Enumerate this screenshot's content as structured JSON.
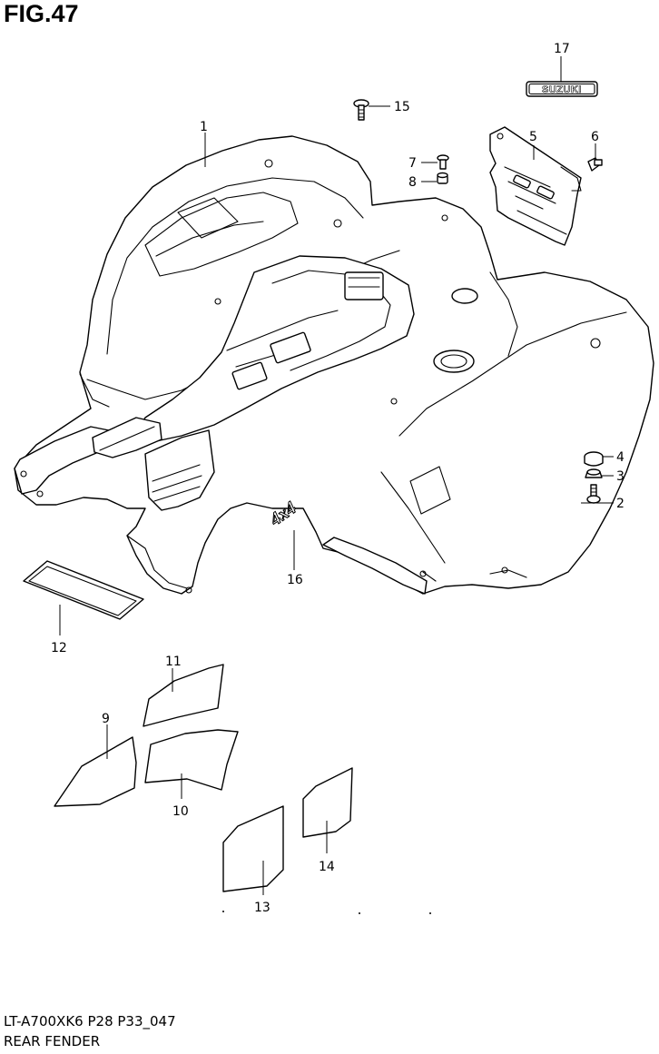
{
  "figure": {
    "title": "FIG.47"
  },
  "footer": {
    "model_code": "LT-A700XK6 P28 P33_047",
    "section_name": "REAR FENDER"
  },
  "callouts": {
    "c1": "1",
    "c2": "2",
    "c3": "3",
    "c4": "4",
    "c5": "5",
    "c6": "6",
    "c7": "7",
    "c8": "8",
    "c9": "9",
    "c10": "10",
    "c11": "11",
    "c12": "12",
    "c13": "13",
    "c14": "14",
    "c15": "15",
    "c16": "16",
    "c17": "17"
  },
  "emblem": {
    "text": "SUZUKI"
  },
  "fender_logo": {
    "text": "4x4"
  }
}
